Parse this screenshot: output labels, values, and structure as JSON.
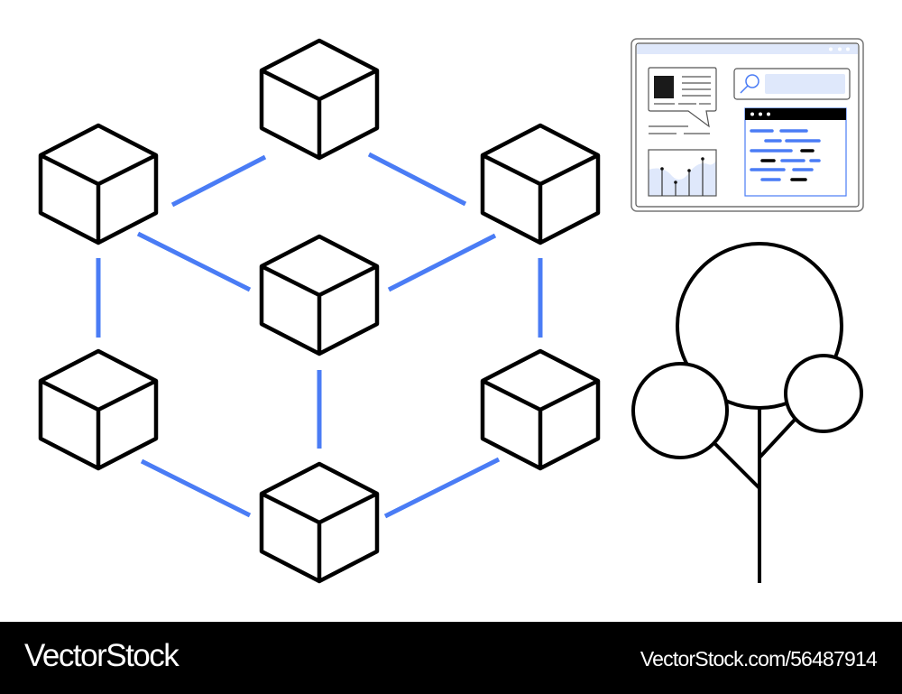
{
  "colors": {
    "link": "#4a7cf5",
    "stroke": "#111111",
    "panel_fill": "#dfe8fb",
    "footer": "#000000"
  },
  "cubes": [
    {
      "id": "top"
    },
    {
      "id": "upper-left"
    },
    {
      "id": "upper-right"
    },
    {
      "id": "center"
    },
    {
      "id": "lower-left"
    },
    {
      "id": "lower-right"
    },
    {
      "id": "bottom"
    }
  ],
  "icons": [
    "browser-window-icon",
    "search-icon",
    "chart-icon",
    "code-window-icon",
    "tree-icon"
  ],
  "footer": {
    "brand": "VectorStock",
    "url": "VectorStock.com/56487914"
  }
}
